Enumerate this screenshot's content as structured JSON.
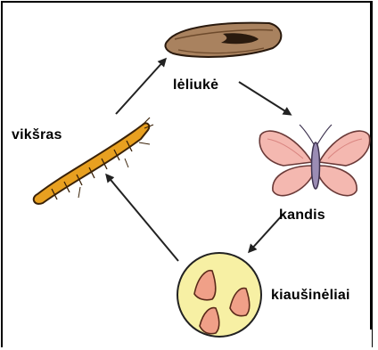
{
  "labels": {
    "pupa": "lėliukė",
    "larva": "vikšras",
    "moth": "kandis",
    "eggs": "kiaušinėliai"
  },
  "colors": {
    "pupa": "#a07a58",
    "larva": "#e8a020",
    "moth_wing": "#f4b8b0",
    "moth_body": "#9a8cb4",
    "egg_plate": "#f7f0a4",
    "egg": "#f0a088"
  }
}
